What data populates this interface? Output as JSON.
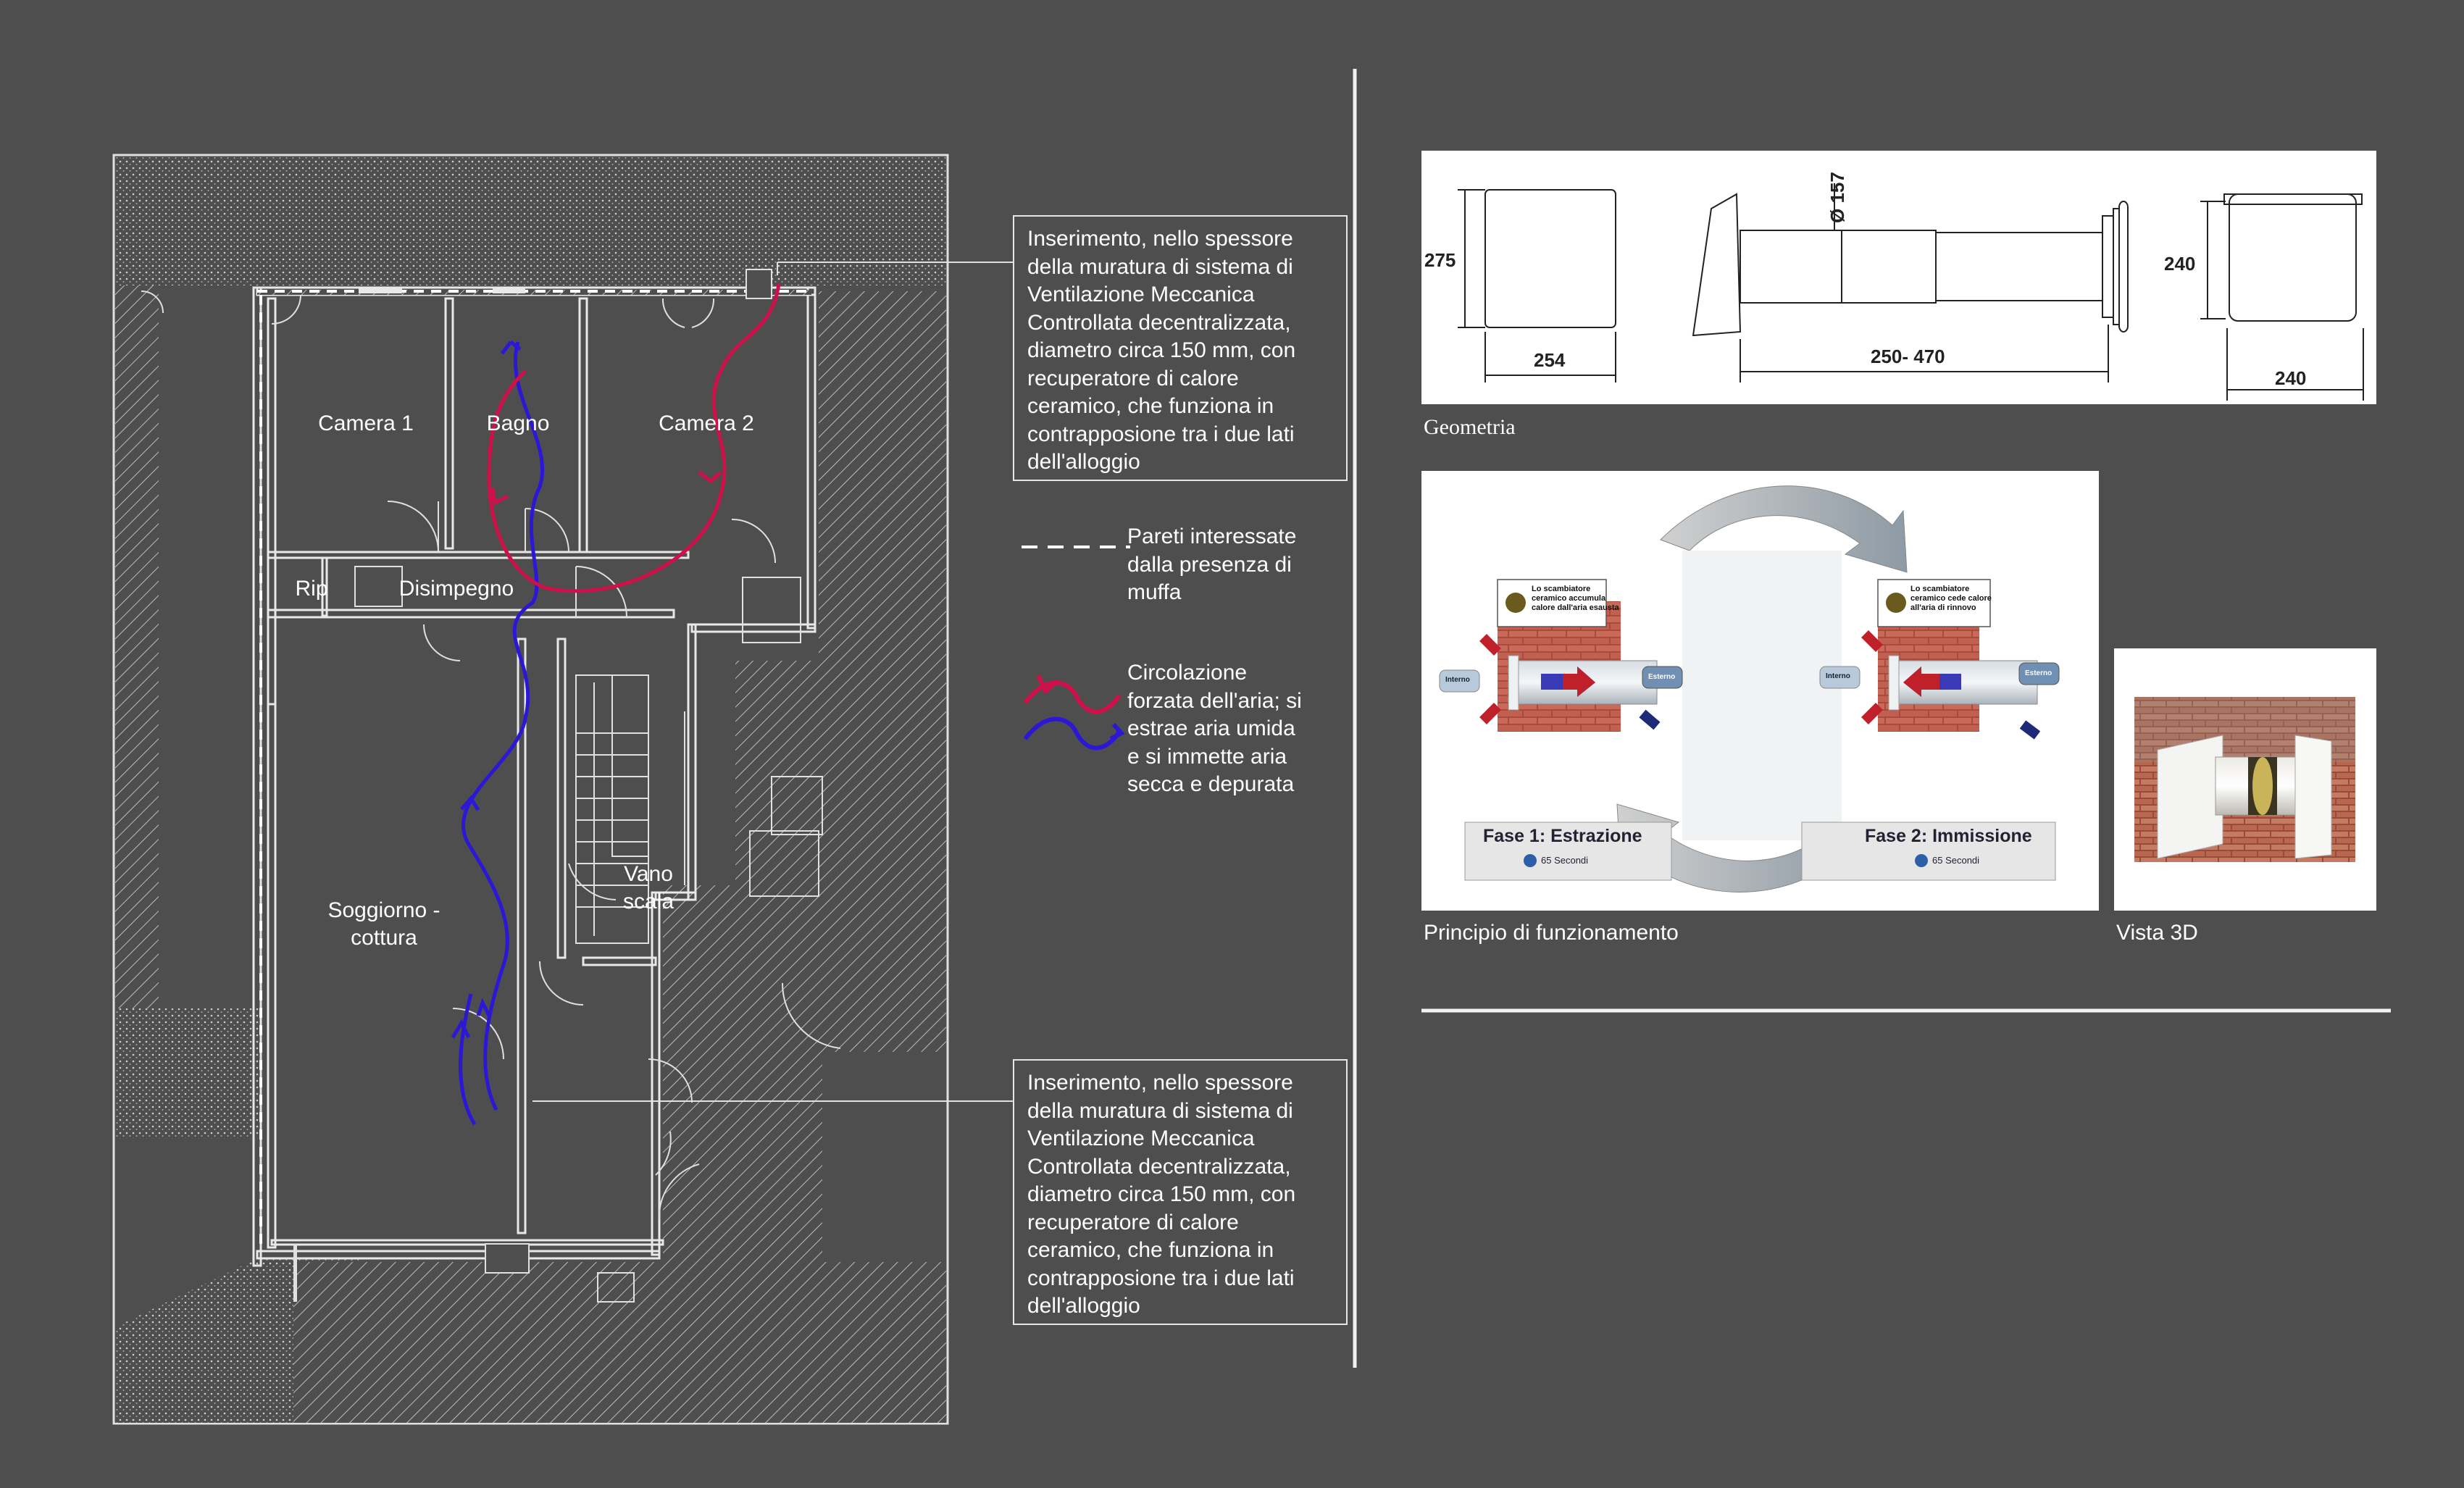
{
  "plan": {
    "rooms": {
      "camera1": "Camera 1",
      "bagno": "Bagno",
      "camera2": "Camera 2",
      "rip": "Rip",
      "disimpegno": "Disimpegno",
      "soggiorno": "Soggiorno -\ncottura",
      "vano": "Vano\nscala"
    }
  },
  "callouts": {
    "top": "Inserimento, nello spessore\ndella muratura di sistema di\nVentilazione Meccanica\nControllata decentralizzata,\ndiametro circa 150 mm, con\nrecuperatore di calore\nceramico, che funziona in\ncontrapposione tra i due lati\ndell'alloggio",
    "bottom": "Inserimento, nello spessore\ndella muratura di sistema di\nVentilazione Meccanica\nControllata decentralizzata,\ndiametro circa 150 mm, con\nrecuperatore di calore\nceramico, che funziona in\ncontrapposione tra i due lati\ndell'alloggio"
  },
  "legend": {
    "mold_walls": "Pareti interessate\ndalla presenza di\nmuffa",
    "air_flow": "Circolazione\nforzata dell'aria; si\nestrae aria umida\ne si immette aria\nsecca e depurata",
    "colors": {
      "extract": "#d0104a",
      "supply": "#2c17d6"
    }
  },
  "geometry": {
    "caption": "Geometria",
    "dims": {
      "h_front": "275",
      "w_front": "254",
      "diameter": "Ø 157",
      "length": "250- 470",
      "h_back": "240",
      "w_back": "240"
    }
  },
  "principle": {
    "caption": "Principio di funzionamento",
    "phase1": {
      "title": "Fase 1: Estrazione",
      "time": "65 Secondi",
      "note": "Lo scambiatore\nceramico accumula\ncalore dall'aria esausta",
      "inside": "Interno",
      "outside": "Esterno"
    },
    "phase2": {
      "title": "Fase 2: Immissione",
      "time": "65 Secondi",
      "note": "Lo scambiatore\nceramico cede calore\nall'aria di rinnovo",
      "inside": "Interno",
      "outside": "Esterno"
    }
  },
  "view3d": {
    "caption": "Vista 3D"
  }
}
